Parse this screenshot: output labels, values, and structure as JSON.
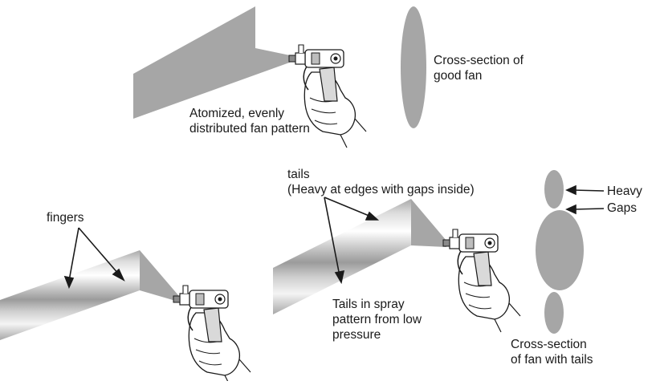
{
  "top": {
    "pattern_caption": [
      "Atomized, evenly",
      "distributed fan pattern"
    ],
    "cross_section_caption": [
      "Cross-section of",
      "good fan"
    ]
  },
  "bottom_left": {
    "fingers_label": "fingers"
  },
  "bottom_right": {
    "tails_label": [
      "tails",
      "(Heavy at edges with gaps inside)"
    ],
    "pressure_caption": [
      "Tails in spray",
      "pattern from low",
      "pressure"
    ],
    "heavy_label": "Heavy",
    "gaps_label": "Gaps",
    "cross_section_caption": [
      "Cross-section",
      "of fan with tails"
    ]
  },
  "colors": {
    "spray": "#a6a6a6",
    "line": "#1a1a1a",
    "fan_light": "#f2f2f2",
    "fan_mid": "#cfcfcf",
    "fan_dark": "#9a9a9a"
  },
  "icons": [
    "spray-gun-icon",
    "hand-icon"
  ]
}
